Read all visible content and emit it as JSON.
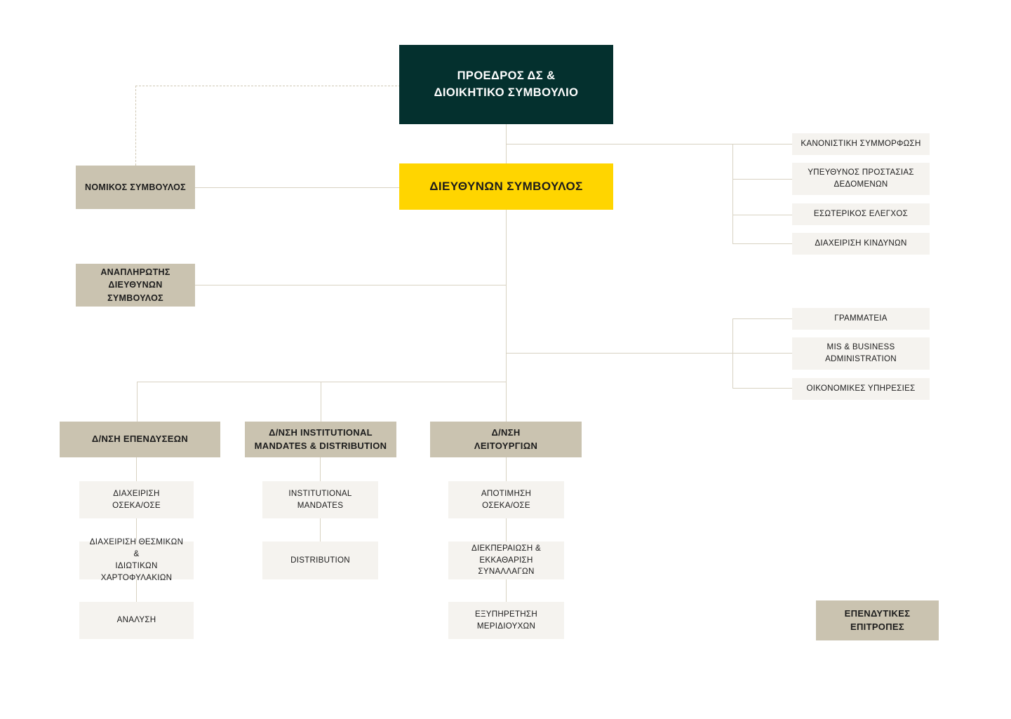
{
  "chart": {
    "type": "org-chart",
    "title": "Organizational Structure",
    "colors": {
      "board": "#04302e",
      "ceo": "#ffd500",
      "taupe": "#cac3b0",
      "light": "#f5f3ef",
      "line": "#d8d2c2",
      "text_dark": "#1c1c1c",
      "text_light": "#ffffff",
      "background": "#ffffff"
    }
  },
  "nodes": {
    "board": {
      "label": "ΠΡΟΕΔΡΟΣ ΔΣ &\nΔΙΟΙΚΗΤΙΚΟ ΣΥΜΒΟΥΛΙΟ"
    },
    "ceo": {
      "label": "ΔΙΕΥΘΥΝΩΝ ΣΥΜΒΟΥΛΟΣ"
    },
    "legal_advisor": {
      "label": "ΝΟΜΙΚΟΣ ΣΥΜΒΟΥΛΟΣ"
    },
    "deputy_ceo": {
      "label": "ΑΝΑΠΛΗΡΩΤΗΣ\nΔΙΕΥΘΥΝΩΝ\nΣΥΜΒΟΥΛΟΣ"
    },
    "investment_committees": {
      "label": "ΕΠΕΝΔΥΤΙΚΕΣ\nΕΠΙΤΡΟΠΕΣ"
    }
  },
  "ceo_staff_upper": [
    {
      "label": "ΚΑΝΟΝΙΣΤΙΚΗ ΣΥΜΜΟΡΦΩΣΗ"
    },
    {
      "label": "ΥΠΕΥΘΥΝΟΣ ΠΡΟΣΤΑΣΙΑΣ\nΔΕΔΟΜΕΝΩΝ"
    },
    {
      "label": "ΕΣΩΤΕΡΙΚΟΣ ΕΛΕΓΧΟΣ"
    },
    {
      "label": "ΔΙΑΧΕΙΡΙΣΗ ΚΙΝΔΥΝΩΝ"
    }
  ],
  "ceo_staff_lower": [
    {
      "label": "ΓΡΑΜΜΑΤΕΙΑ"
    },
    {
      "label": "MIS & BUSINESS\nADMINISTRATION"
    },
    {
      "label": "ΟΙΚΟΝΟΜΙΚΕΣ ΥΠΗΡΕΣΙΕΣ"
    }
  ],
  "divisions": [
    {
      "label": "Δ/ΝΣΗ ΕΠΕΝΔΥΣΕΩΝ",
      "children": [
        {
          "label": "ΔΙΑΧΕΙΡΙΣΗ\nΟΣΕΚΑ/ΟΣΕ"
        },
        {
          "label": "ΔΙΑΧΕΙΡΙΣΗ ΘΕΣΜΙΚΩΝ &\nΙΔΙΩΤΙΚΩΝ\nΧΑΡΤΟΦΥΛΑΚΙΩΝ"
        },
        {
          "label": "ΑΝΑΛΥΣΗ"
        }
      ]
    },
    {
      "label": "Δ/ΝΣΗ INSTITUTIONAL\nMANDATES & DISTRIBUTION",
      "children": [
        {
          "label": "INSTITUTIONAL MANDATES"
        },
        {
          "label": "DISTRIBUTION"
        }
      ]
    },
    {
      "label": "Δ/ΝΣΗ\nΛΕΙΤΟΥΡΓΙΩΝ",
      "children": [
        {
          "label": "ΑΠΟΤΙΜΗΣΗ\nΟΣΕΚΑ/ΟΣΕ"
        },
        {
          "label": "ΔΙΕΚΠΕΡΑΙΩΣΗ &\nΕΚΚΑΘΑΡΙΣΗ ΣΥΝΑΛΛΑΓΩΝ"
        },
        {
          "label": "ΕΞΥΠΗΡΕΤΗΣΗ\nΜΕΡΙΔΙΟΥΧΩΝ"
        }
      ]
    }
  ]
}
